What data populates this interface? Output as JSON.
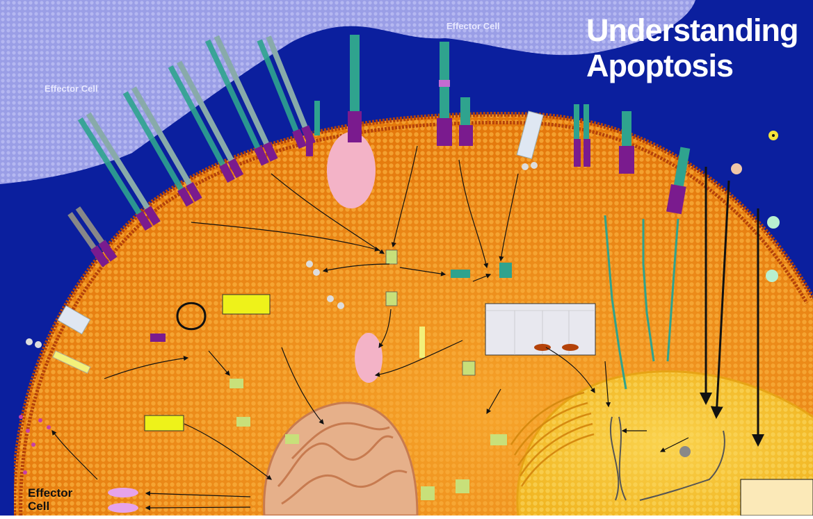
{
  "title": {
    "line1": "Understanding",
    "line2": "Apoptosis"
  },
  "labels": {
    "effector_cell_top": "Effector Cell",
    "effector_cell_left": "Effector Cell",
    "effector_cell_bottom_line1": "Effector",
    "effector_cell_bottom_line2": "Cell"
  },
  "colors": {
    "background_blue": "#0b1f9e",
    "effector_cell": "#9a9ee6",
    "cytoplasm": "#f39a1e",
    "membrane": "#b4420a",
    "nucleus": "#f7c533",
    "mitochondrion": "#e6b08a",
    "callout_yellow": "#eef21a",
    "purple_protein": "#7a1b8e",
    "teal_protein": "#2fa38e"
  }
}
